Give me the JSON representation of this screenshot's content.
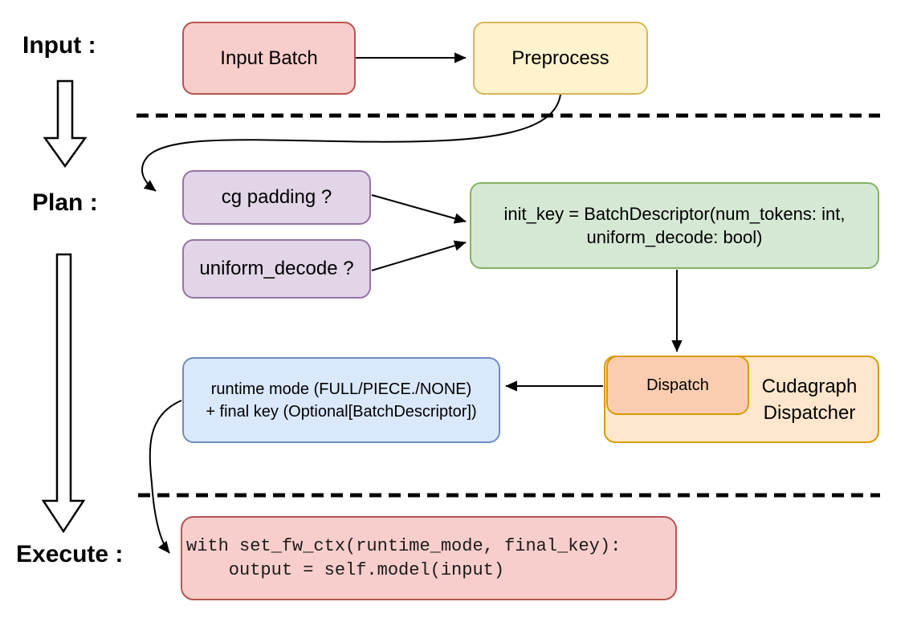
{
  "sections": {
    "input_label": "Input :",
    "plan_label": "Plan :",
    "execute_label": "Execute :"
  },
  "nodes": {
    "input_batch": {
      "label": "Input Batch"
    },
    "preprocess": {
      "label": "Preprocess"
    },
    "cg_padding": {
      "label": "cg padding ?"
    },
    "uniform_decode": {
      "label": "uniform_decode ?"
    },
    "init_key": {
      "line1": "init_key = BatchDescriptor(num_tokens: int,",
      "line2": "uniform_decode: bool)"
    },
    "dispatch": {
      "label": "Dispatch"
    },
    "cudagraph_dispatcher": {
      "line1": "Cudagraph",
      "line2": "Dispatcher"
    },
    "runtime_mode": {
      "line1": "runtime mode (FULL/PIECE./NONE)",
      "line2": "+ final key (Optional[BatchDescriptor])"
    },
    "execute_code": {
      "line1": "with set_fw_ctx(runtime_mode, final_key):",
      "line2": "    output = self.model(input)"
    }
  },
  "palette": {
    "red_fill": "#F8CECC",
    "red_stroke": "#B85450",
    "yellow_fill": "#FFF2CC",
    "yellow_stroke": "#D6B656",
    "purple_fill": "#E1D5E7",
    "purple_stroke": "#9673A6",
    "green_fill": "#D5E8D4",
    "green_stroke": "#82B366",
    "orange_fill": "#FFE6CC",
    "orange_inner_fill": "#FACDB1",
    "orange_stroke": "#D79B00",
    "blue_fill": "#DAE8FC",
    "blue_stroke": "#6C8EBF",
    "line_color": "#000000"
  }
}
